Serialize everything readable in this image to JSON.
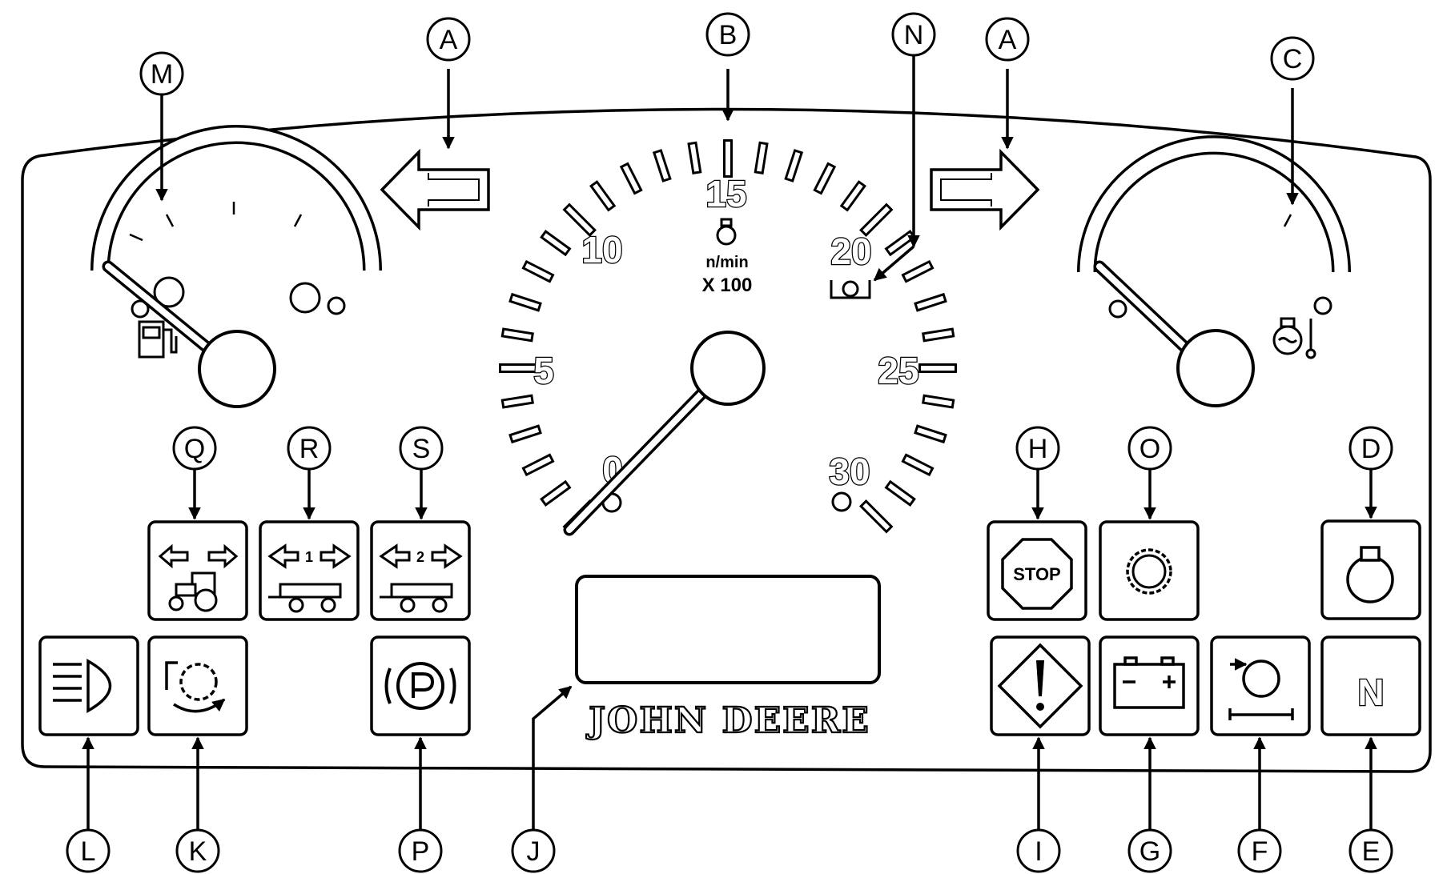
{
  "title": "",
  "tachometer": {
    "scale_labels": [
      "0",
      "5",
      "10",
      "15",
      "20",
      "25",
      "30"
    ],
    "unit": "n/min",
    "multiplier": "X 100"
  },
  "brand": "JOHN DEERE",
  "callouts": [
    "A",
    "A",
    "B",
    "C",
    "D",
    "E",
    "F",
    "G",
    "H",
    "I",
    "J",
    "K",
    "L",
    "M",
    "N",
    "O",
    "P",
    "Q",
    "R",
    "S"
  ],
  "indicator_text": {
    "stop": "STOP",
    "neutral": "N",
    "trailer1": "1",
    "trailer2": "2"
  }
}
